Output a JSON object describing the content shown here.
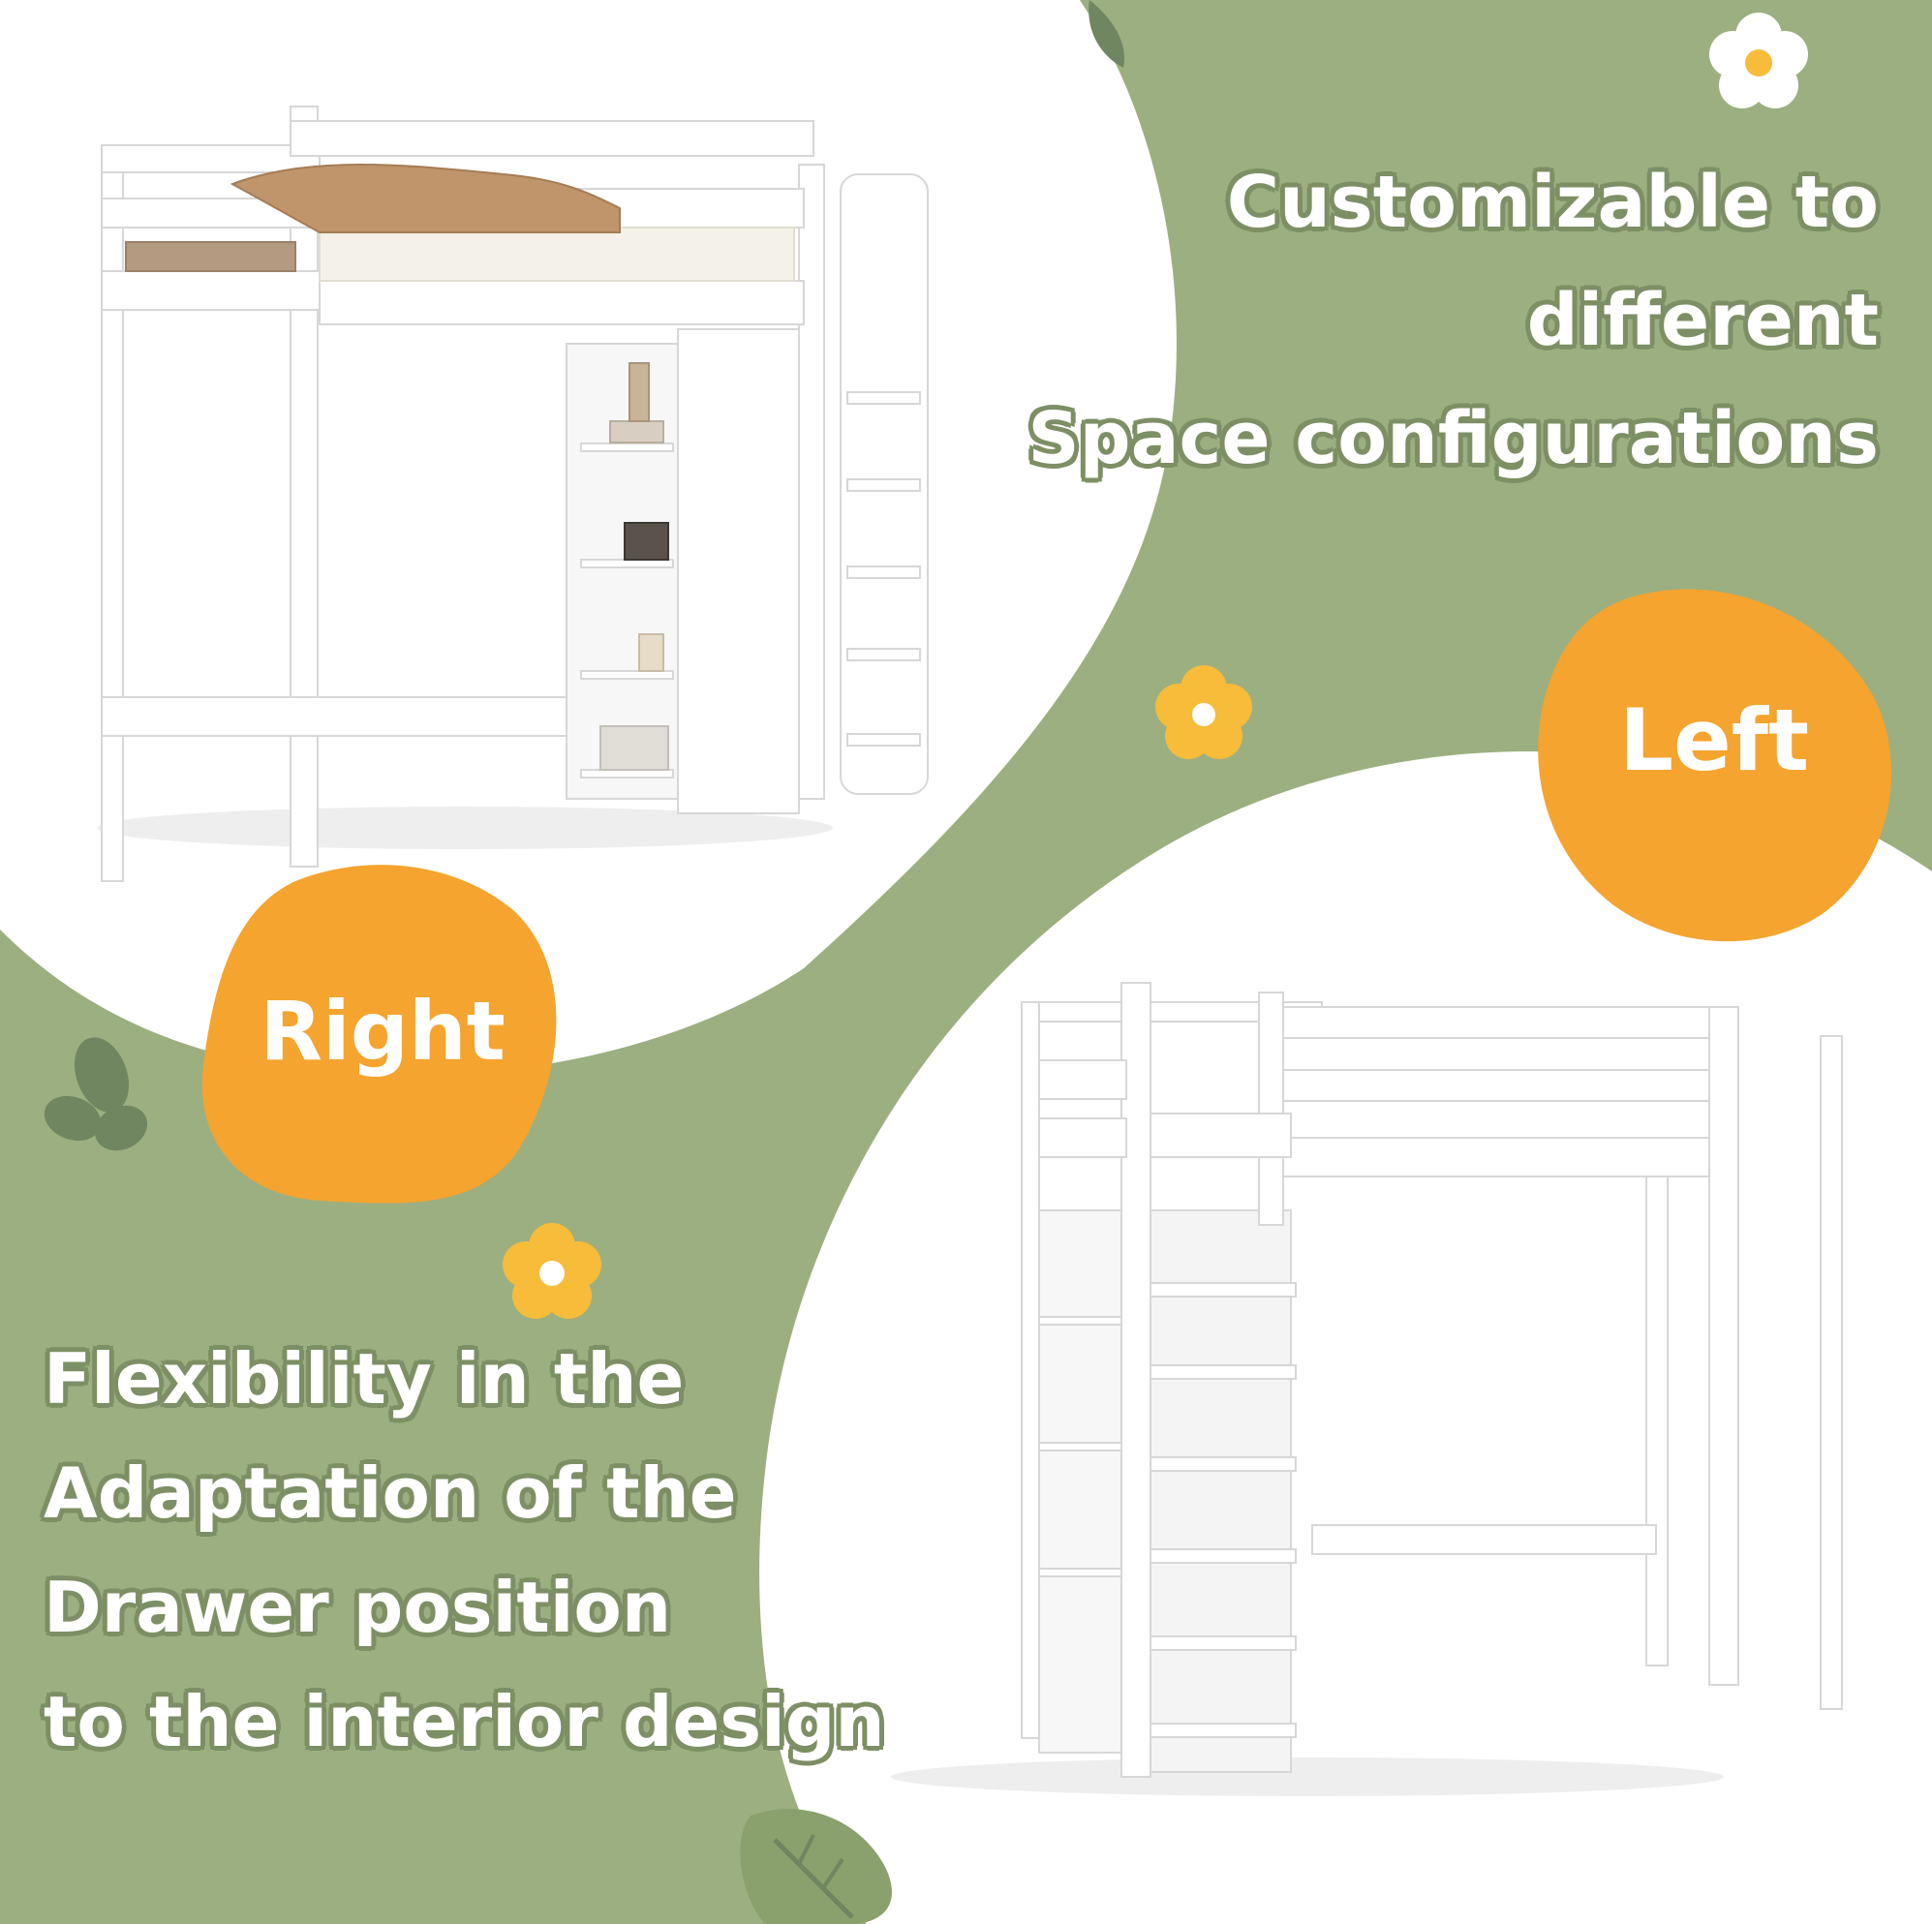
{
  "colors": {
    "background_green": "#9caf80",
    "dark_green": "#6f8660",
    "orange": "#f4a42f",
    "flower_yellow": "#f7bc3a",
    "white": "#ffffff"
  },
  "top_heading": {
    "line1": "Customizable to",
    "line2": "different",
    "line3": "Space configurations"
  },
  "bottom_heading": {
    "line1": "Flexibility in the",
    "line2": "Adaptation of the",
    "line3": "Drawer position",
    "line4": "to the interior design"
  },
  "labels": {
    "right": "Right",
    "left": "Left"
  },
  "icons": [
    "flower-icon",
    "leaf-icon"
  ]
}
